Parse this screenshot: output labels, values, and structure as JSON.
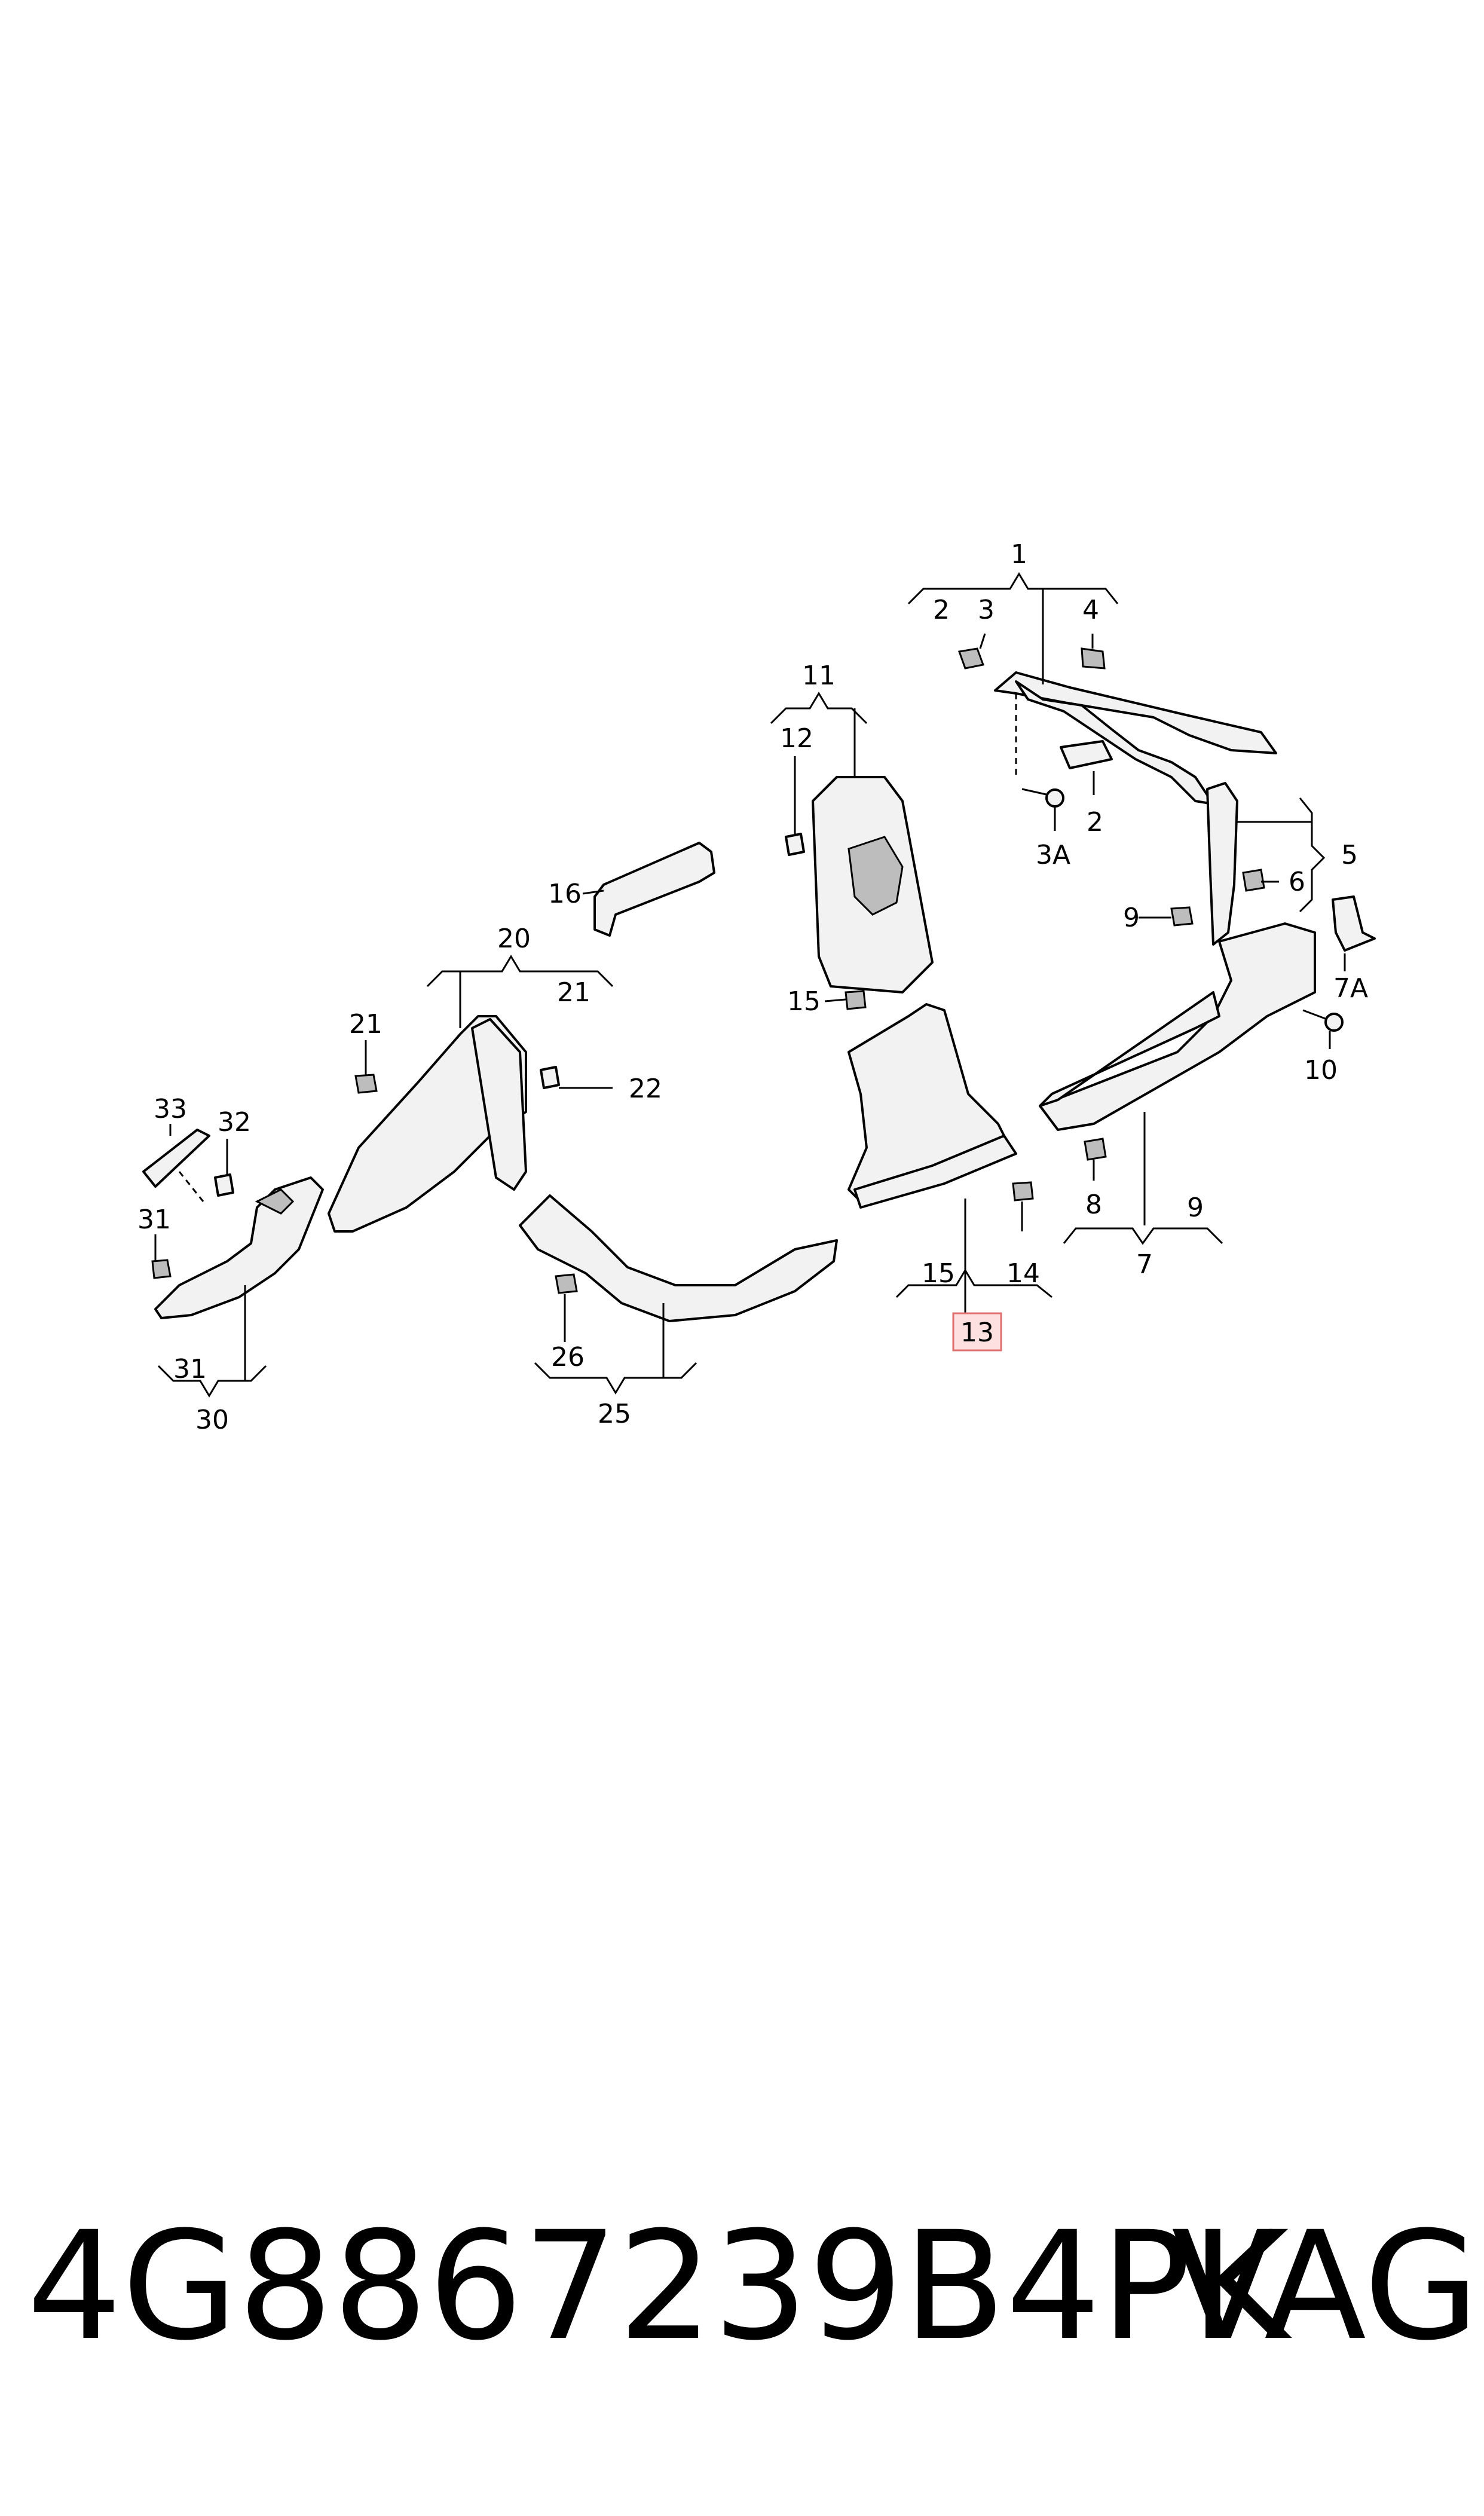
{
  "callouts": [
    "1",
    "2",
    "3",
    "4",
    "11",
    "12",
    "2",
    "3A",
    "5",
    "6",
    "16",
    "9",
    "7A",
    "20",
    "21",
    "10",
    "15",
    "21",
    "22",
    "33",
    "32",
    "8",
    "9",
    "31",
    "7",
    "15",
    "14",
    "13",
    "31",
    "26",
    "25",
    "30"
  ],
  "highlight_index": 27,
  "highlight_color": "#ffe0e0",
  "highlight_border": "#e07070",
  "part_number": "4G8867239B4PK",
  "brand": "VAG"
}
